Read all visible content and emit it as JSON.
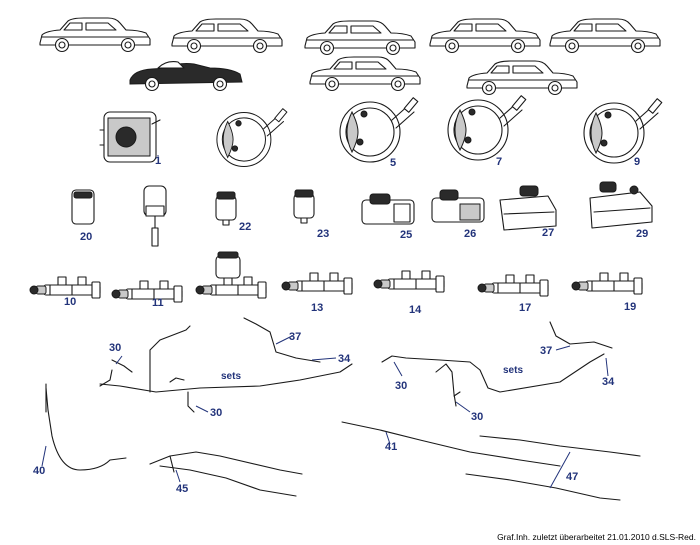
{
  "callouts": [
    {
      "id": "c1",
      "text": "1"
    },
    {
      "id": "c5",
      "text": "5"
    },
    {
      "id": "c7",
      "text": "7"
    },
    {
      "id": "c9",
      "text": "9"
    },
    {
      "id": "c20",
      "text": "20"
    },
    {
      "id": "c22",
      "text": "22"
    },
    {
      "id": "c23",
      "text": "23"
    },
    {
      "id": "c25",
      "text": "25"
    },
    {
      "id": "c26",
      "text": "26"
    },
    {
      "id": "c27",
      "text": "27"
    },
    {
      "id": "c29",
      "text": "29"
    },
    {
      "id": "c10",
      "text": "10"
    },
    {
      "id": "c11",
      "text": "11"
    },
    {
      "id": "c13",
      "text": "13"
    },
    {
      "id": "c14",
      "text": "14"
    },
    {
      "id": "c17",
      "text": "17"
    },
    {
      "id": "c19",
      "text": "19"
    },
    {
      "id": "c30a",
      "text": "30"
    },
    {
      "id": "c37a",
      "text": "37"
    },
    {
      "id": "c34a",
      "text": "34"
    },
    {
      "id": "c30b",
      "text": "30"
    },
    {
      "id": "c37b",
      "text": "37"
    },
    {
      "id": "c30c",
      "text": "30"
    },
    {
      "id": "c34b",
      "text": "34"
    },
    {
      "id": "c30d",
      "text": "30"
    },
    {
      "id": "c40",
      "text": "40"
    },
    {
      "id": "c45",
      "text": "45"
    },
    {
      "id": "c41",
      "text": "41"
    },
    {
      "id": "c47",
      "text": "47"
    }
  ],
  "set_labels": [
    "sets",
    "sets"
  ],
  "footer": "Graf.Inh. zuletzt überarbeitet 21.01.2010 d.SLS-Red.",
  "colors": {
    "label": "#22337a",
    "ink": "#1a1a1a",
    "background": "#ffffff"
  }
}
